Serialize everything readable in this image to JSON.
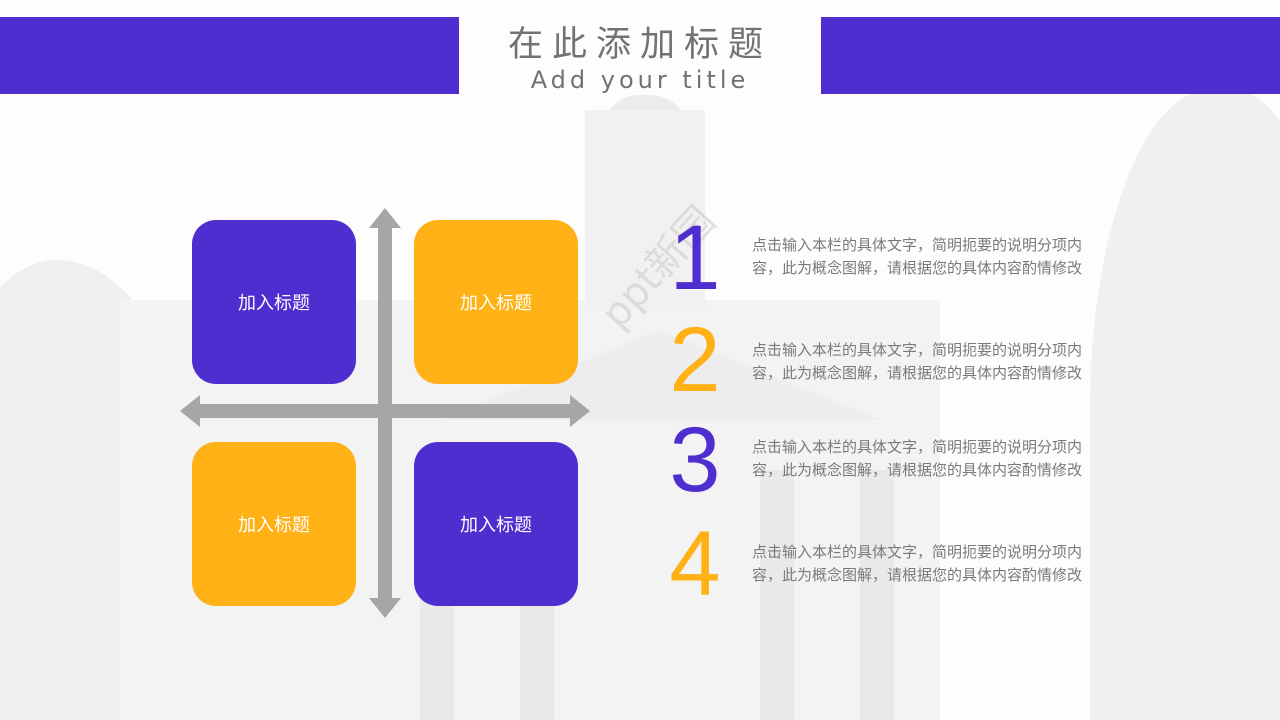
{
  "header": {
    "title_cn": "在此添加标题",
    "title_en": "Add your title"
  },
  "colors": {
    "purple": "#4E2ECF",
    "orange": "#FFB116",
    "axis_gray": "#A6A6A6",
    "text_gray": "#7A7A7A",
    "title_gray": "#727272"
  },
  "quadrants": [
    {
      "position": "top-left",
      "label": "加入标题",
      "color": "purple"
    },
    {
      "position": "top-right",
      "label": "加入标题",
      "color": "orange"
    },
    {
      "position": "bottom-left",
      "label": "加入标题",
      "color": "orange"
    },
    {
      "position": "bottom-right",
      "label": "加入标题",
      "color": "purple"
    }
  ],
  "axes": {
    "icon_horizontal": "double-arrow-horizontal",
    "icon_vertical": "double-arrow-vertical"
  },
  "items": [
    {
      "number": "1",
      "color": "purple",
      "line1": "点击输入本栏的具体文字，简明扼要的说明分项内",
      "line2": "容，此为概念图解，请根据您的具体内容酌情修改"
    },
    {
      "number": "2",
      "color": "orange",
      "line1": "点击输入本栏的具体文字，简明扼要的说明分项内",
      "line2": "容，此为概念图解，请根据您的具体内容酌情修改"
    },
    {
      "number": "3",
      "color": "purple",
      "line1": "点击输入本栏的具体文字，简明扼要的说明分项内",
      "line2": "容，此为概念图解，请根据您的具体内容酌情修改"
    },
    {
      "number": "4",
      "color": "orange",
      "line1": "点击输入本栏的具体文字，简明扼要的说明分项内",
      "line2": "容，此为概念图解，请根据您的具体内容酌情修改"
    }
  ],
  "watermark": "ppt新园"
}
